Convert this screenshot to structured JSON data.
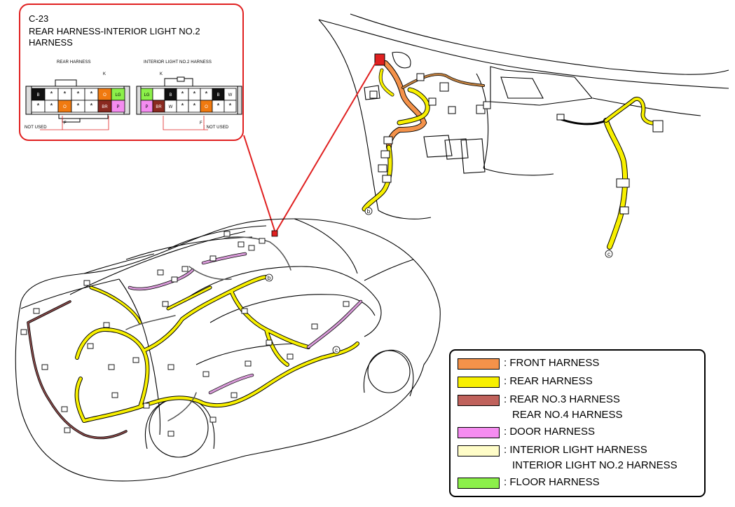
{
  "callout": {
    "code": "C-23",
    "title": "REAR HARNESS-INTERIOR LIGHT NO.2\nHARNESS",
    "left_connector": {
      "name": "REAR HARNESS",
      "key": "K",
      "not_used": "NOT USED",
      "pointer": "F",
      "top_row": [
        "B",
        "*",
        "*",
        "*",
        "*",
        "O",
        "LG"
      ],
      "bottom_row": [
        "*",
        "*",
        "O",
        "*",
        "*",
        "BR",
        "P"
      ]
    },
    "right_connector": {
      "name": "INTERIOR LIGHT NO.2 HARNESS",
      "key": "K",
      "not_used": ": NOT USED",
      "pointer": "F",
      "top_row": [
        "LG",
        "",
        "B",
        "*",
        "*",
        "*",
        "B",
        "W"
      ],
      "bottom_row": [
        "P",
        "BR",
        "W",
        "*",
        "*",
        "O",
        "*",
        "*"
      ]
    }
  },
  "markers": {
    "b": "b",
    "c": "c"
  },
  "legend": {
    "items": [
      {
        "color": "#f4924a",
        "lines": [
          ": FRONT HARNESS"
        ]
      },
      {
        "color": "#f8f000",
        "lines": [
          ": REAR HARNESS"
        ]
      },
      {
        "color": "#c0625c",
        "lines": [
          ": REAR NO.3 HARNESS",
          "REAR NO.4 HARNESS"
        ]
      },
      {
        "color": "#f58cf0",
        "lines": [
          ": DOOR HARNESS"
        ]
      },
      {
        "color": "#fffdc8",
        "lines": [
          ": INTERIOR LIGHT HARNESS",
          "INTERIOR LIGHT NO.2 HARNESS"
        ]
      },
      {
        "color": "#8cf04a",
        "lines": [
          ": FLOOR HARNESS"
        ]
      }
    ]
  },
  "colors": {
    "callout_border": "#e02020",
    "rear_harness": "#f8f000",
    "front_harness": "#f4924a",
    "door_harness": "#d89ad8",
    "rear_no3_harness": "#8a4a4a"
  }
}
